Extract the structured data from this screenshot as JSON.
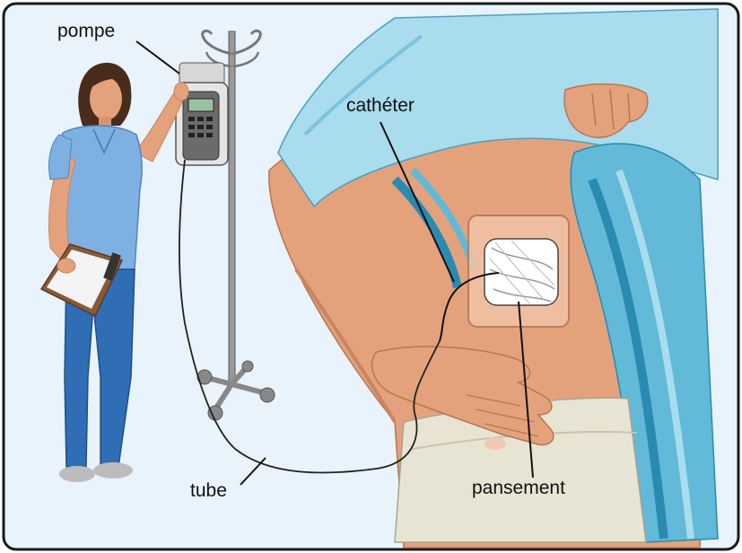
{
  "labels": {
    "pump": "pompe",
    "catheter": "cathéter",
    "tube": "tube",
    "dressing": "pansement"
  },
  "colors": {
    "background": "#e8f3fb",
    "frame": "#1a1a1a",
    "skin": "#e3a27c",
    "skin_shadow": "#c98560",
    "gown_light": "#a9dced",
    "gown_mid": "#62b9d8",
    "gown_dark": "#2a8bb0",
    "scrubs_top": "#7fb0e2",
    "scrubs_pants": "#2f6eb4",
    "hair": "#4a2c1c",
    "pants_patient": "#e8e4d4",
    "pole": "#9a9a9a",
    "clipboard": "#8a5a36"
  }
}
